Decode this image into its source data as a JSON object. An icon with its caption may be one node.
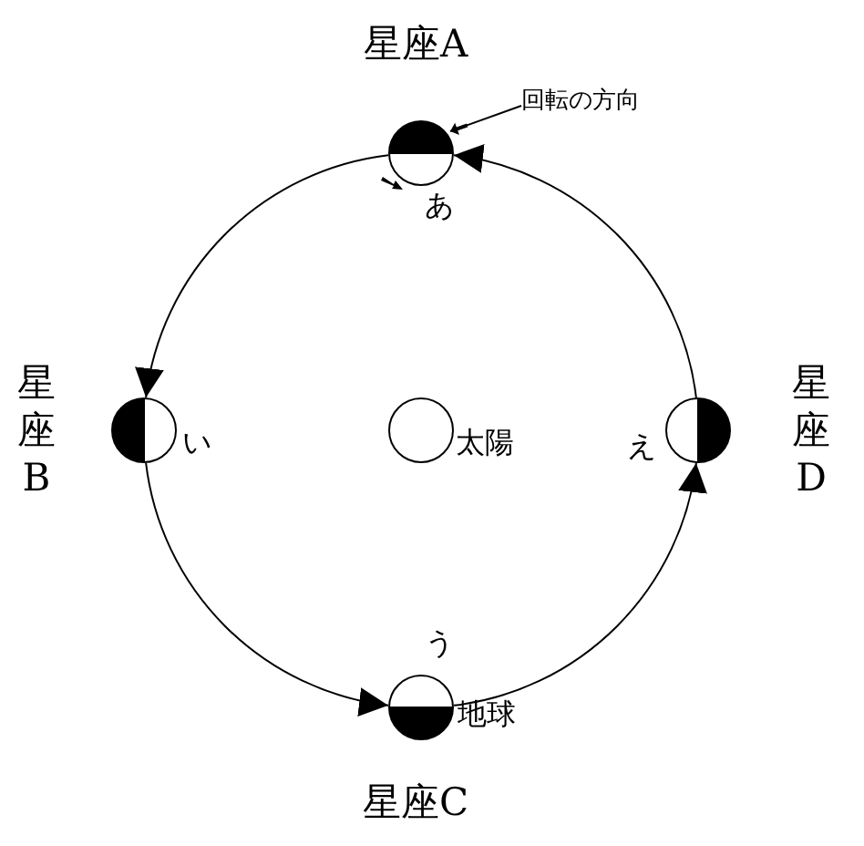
{
  "diagram": {
    "nodes": [
      {
        "text": [],
        "shape": "circle",
        "beside": [
          "あ"
        ]
      },
      {
        "text": [
          "回転の方向"
        ]
      },
      {
        "text": [],
        "shape": "circle",
        "beside": [
          "い"
        ]
      },
      {
        "text": [],
        "shape": "circle",
        "beside": [
          "太陽"
        ]
      },
      {
        "text": [],
        "shape": "circle",
        "beside": [
          "え"
        ]
      },
      {
        "text": [],
        "shape": "circle",
        "beside": [
          "う",
          "地球"
        ]
      }
    ],
    "edges": [
      {
        "from": 4,
        "to": 0,
        "arrow": "to"
      },
      {
        "from": 0,
        "to": 2,
        "arrow": "to"
      },
      {
        "from": 2,
        "to": 5,
        "arrow": "to"
      },
      {
        "from": 5,
        "to": 4,
        "arrow": "to"
      },
      {
        "from": 1,
        "to": 0,
        "arrow": "to"
      }
    ],
    "labels": [
      "星座A",
      "星座B",
      "星座D",
      "星座C"
    ]
  }
}
